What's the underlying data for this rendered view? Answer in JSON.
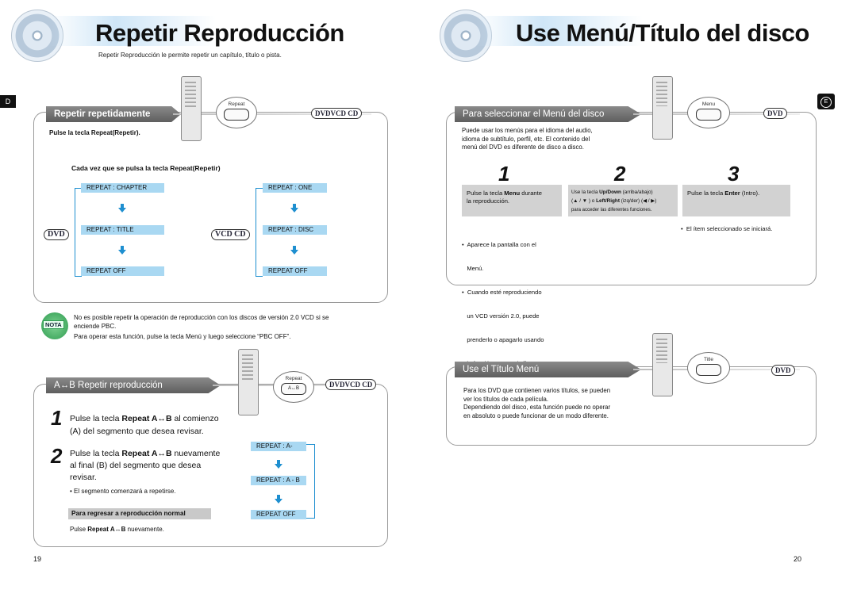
{
  "left": {
    "title": "Repetir Reproducción",
    "intro": "Repetir Reproducción le permite repetir un capítulo, título o pista.",
    "section1": {
      "header": "Repetir repetidamente",
      "bubble_label": "Repeat",
      "badges": [
        "DVD",
        "VCD",
        "CD"
      ],
      "instruction": "Pulse la tecla Repeat(Repetir).",
      "subheading": "Cada vez que se pulsa la tecla Repeat(Repetir)",
      "dvd_label": "DVD",
      "vcd_cd_label": "VCD CD",
      "dvd_sequence": [
        "REPEAT : CHAPTER",
        "REPEAT : TITLE",
        "REPEAT OFF"
      ],
      "vcd_sequence": [
        "REPEAT : ONE",
        "REPEAT : DISC",
        "REPEAT OFF"
      ],
      "note_badge": "NOTA",
      "note_line1": "No es posible repetir la operación de reproducción con los discos de versión 2.0 VCD si se",
      "note_line2": "enciende PBC.",
      "note_line3": "Para operar esta función, pulse la tecla Menú y luego seleccione  “PBC OFF”."
    },
    "section2": {
      "header": "A↔B Repetir reproducción",
      "bubble_label": "Repeat",
      "bubble_sub": "A↔B",
      "badges": [
        "DVD",
        "VCD",
        "CD"
      ],
      "step1_num": "1",
      "step1_a": "Pulse la tecla ",
      "step1_b": "Repeat A↔B",
      "step1_c": " al comienzo",
      "step1_d": "(A) del segmento que desea revisar.",
      "step2_num": "2",
      "step2_a": "Pulse la tecla ",
      "step2_b": "Repeat A↔B",
      "step2_c": " nuevamente",
      "step2_d": "al final (B) del segmento que desea",
      "step2_e": "revisar.",
      "bullet": "• El segmento comenzará a repetirse.",
      "return_heading": "Para regresar a reproducción normal",
      "return_a": "Pulse ",
      "return_b": "Repeat A↔B",
      "return_c": " nuevamente.",
      "sequence": [
        "REPEAT : A-",
        "REPEAT : A - B",
        "REPEAT OFF"
      ]
    },
    "side_tab": "D",
    "page_number": "19"
  },
  "right": {
    "title": "Use Menú/Título del disco",
    "section1": {
      "header": "Para seleccionar el Menú del disco",
      "bubble_label": "Menu",
      "badge": "DVD",
      "intro1": "Puede usar los menús para el idioma del audio,",
      "intro2": "idioma de subtítulo, perfil, etc. El contenido del",
      "intro3": "menú del DVD es diferente de disco a disco.",
      "steps": [
        "1",
        "2",
        "3"
      ],
      "box1_a": "Pulse la tecla ",
      "box1_b": "Menu",
      "box1_c": " durante",
      "box1_d": "la reproducción.",
      "box2_a": "Use la tecla ",
      "box2_b": "Up/Down",
      "box2_c": " (arriba/abajo)",
      "box2_d": "(▲ / ▼ ) o ",
      "box2_e": "Left/Right",
      "box2_f": " (izq/der) (◀ / ▶)",
      "box2_g": "para acceder las diferentes funciones.",
      "box3_a": "Pulse la tecla ",
      "box3_b": "Enter",
      "box3_c": " (Intro).",
      "bullets1": [
        "•  Aparece la pantalla con el",
        "   Menú.",
        "•  Cuando esté reproduciendo",
        "   un VCD versión 2.0, puede",
        "   prenderlo o apagarlo usando",
        "   la función PBC On/Off."
      ],
      "bullet3": "•  El ítem seleccionado se iniciará."
    },
    "section2": {
      "header": "Use el Título Menú",
      "bubble_label": "Title",
      "badge": "DVD",
      "text1": "Para los DVD que contienen varios títulos, se pueden",
      "text2": "ver los títulos de cada película.",
      "text3": "Dependiendo del disco, esta función puede no operar",
      "text4": "en absoluto o puede funcionar de un modo diferente."
    },
    "side_tab": "E",
    "page_number": "20"
  },
  "colors": {
    "accent_blue": "#1e8fd0",
    "box_blue": "#a9d8f2",
    "header_gray": "#6e6e6e",
    "note_green": "#3aa85a"
  }
}
